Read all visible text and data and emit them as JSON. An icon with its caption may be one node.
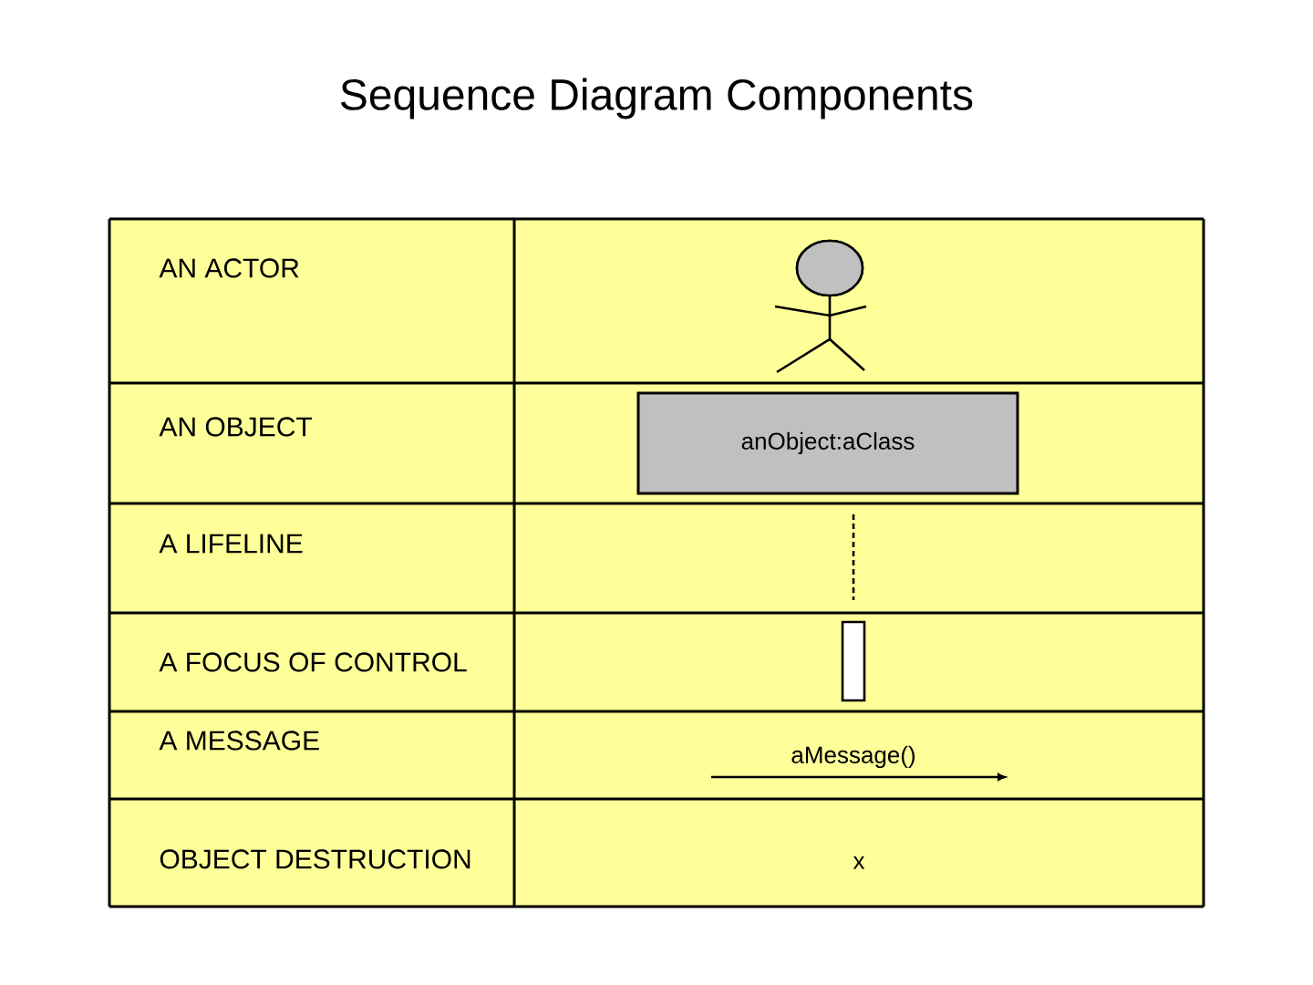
{
  "diagram": {
    "title": "Sequence Diagram Components",
    "nodes": [
      {
        "text": [
          "anObject:aClass"
        ]
      }
    ],
    "labels": [
      "AN ACTOR",
      "AN OBJECT",
      "A LIFELINE",
      "A FOCUS OF CONTROL",
      "A MESSAGE",
      "aMessage()",
      "OBJECT DESTRUCTION",
      "x"
    ]
  }
}
